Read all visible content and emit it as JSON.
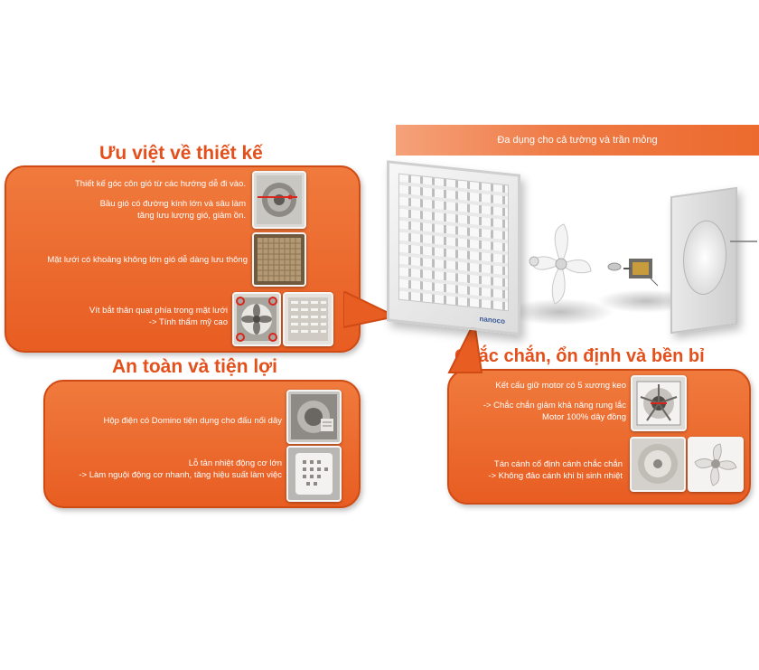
{
  "banner": {
    "text": "Đa dụng cho cả tường và trần mỏng"
  },
  "product": {
    "brand": "nanoco"
  },
  "sections": {
    "design": {
      "title": "Ưu việt về thiết kế",
      "features": [
        {
          "text": "Thiết kế góc côn gió từ các hướng dễ đi vào.",
          "icon": "fan-cone-photo"
        },
        {
          "text": "Bầu gió có đường kính lớn và sâu làm tăng lưu lượng gió, giảm ồn.",
          "icon": "fan-cone-photo"
        },
        {
          "text": "Mặt lưới có khoảng không lớn gió dễ dàng lưu thông",
          "icon": "mesh-grille-photo"
        },
        {
          "line1": "Vít bắt thân quạt phía trong mặt lưới",
          "line2": "-> Tính thẩm mỹ cao",
          "icons": [
            "fan-screws-photo",
            "grille-front-photo"
          ]
        }
      ]
    },
    "safety": {
      "title": "An toàn và tiện lợi",
      "features": [
        {
          "text": "Hộp điện có Domino tiện dụng cho đấu nối dây",
          "icon": "junction-box-photo"
        },
        {
          "line1": "Lỗ tản nhiệt động cơ lớn",
          "line2": "-> Làm nguội động cơ nhanh, tăng hiệu suất làm việc",
          "icon": "motor-vent-photo"
        }
      ]
    },
    "durability": {
      "title": "Chắc chắn, ổn định và bền bỉ",
      "features": [
        {
          "line1": "Kết cấu giữ motor có 5 xương keo",
          "line2": "-> Chắc chắn giảm khả năng rung lắc",
          "line3": "Motor 100% dây đồng",
          "icon": "motor-frame-photo"
        },
        {
          "line1": "Tán cánh cố định cánh chắc chắn",
          "line2": "-> Không đảo cánh khi bị sinh nhiệt",
          "icons": [
            "blade-hub-photo",
            "fan-blade-photo"
          ]
        }
      ]
    }
  },
  "colors": {
    "accent": "#e85d22",
    "title": "#e4501b"
  }
}
